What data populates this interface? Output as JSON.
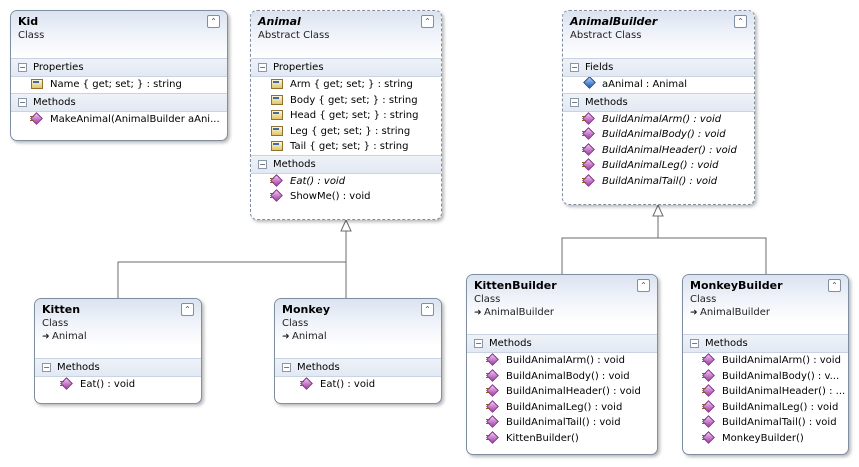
{
  "classes": {
    "kid": {
      "name": "Kid",
      "stereotype": "Class",
      "sections": [
        {
          "label": "Properties",
          "members": [
            {
              "text": "Name { get; set; } : string",
              "kind": "property",
              "italic": false
            }
          ]
        },
        {
          "label": "Methods",
          "members": [
            {
              "text": "MakeAnimal(AnimalBuilder  aAni...",
              "kind": "method",
              "italic": false
            }
          ]
        }
      ]
    },
    "animal": {
      "name": "Animal",
      "stereotype": "Abstract Class",
      "abstract": true,
      "sections": [
        {
          "label": "Properties",
          "members": [
            {
              "text": "Arm { get; set; } : string",
              "kind": "property",
              "italic": false
            },
            {
              "text": "Body { get; set; } : string",
              "kind": "property",
              "italic": false
            },
            {
              "text": "Head { get; set; } : string",
              "kind": "property",
              "italic": false
            },
            {
              "text": "Leg { get; set; } : string",
              "kind": "property",
              "italic": false
            },
            {
              "text": "Tail { get; set; } : string",
              "kind": "property",
              "italic": false
            }
          ]
        },
        {
          "label": "Methods",
          "members": [
            {
              "text": "Eat() : void",
              "kind": "method",
              "italic": true
            },
            {
              "text": "ShowMe() : void",
              "kind": "method",
              "italic": false
            }
          ]
        }
      ]
    },
    "animalbuilder": {
      "name": "AnimalBuilder",
      "stereotype": "Abstract Class",
      "abstract": true,
      "sections": [
        {
          "label": "Fields",
          "members": [
            {
              "text": "aAnimal : Animal",
              "kind": "field",
              "italic": false
            }
          ]
        },
        {
          "label": "Methods",
          "members": [
            {
              "text": "BuildAnimalArm() : void",
              "kind": "method",
              "italic": true
            },
            {
              "text": "BuildAnimalBody() : void",
              "kind": "method",
              "italic": true
            },
            {
              "text": "BuildAnimalHeader() : void",
              "kind": "method",
              "italic": true
            },
            {
              "text": "BuildAnimalLeg() : void",
              "kind": "method",
              "italic": true
            },
            {
              "text": "BuildAnimalTail() : void",
              "kind": "method",
              "italic": true
            }
          ]
        }
      ]
    },
    "kitten": {
      "name": "Kitten",
      "stereotype": "Class",
      "inherits": "Animal",
      "sections": [
        {
          "label": "Methods",
          "members": [
            {
              "text": "Eat() : void",
              "kind": "method",
              "italic": false
            }
          ]
        }
      ]
    },
    "monkey": {
      "name": "Monkey",
      "stereotype": "Class",
      "inherits": "Animal",
      "sections": [
        {
          "label": "Methods",
          "members": [
            {
              "text": "Eat() : void",
              "kind": "method",
              "italic": false
            }
          ]
        }
      ]
    },
    "kittenbuilder": {
      "name": "KittenBuilder",
      "stereotype": "Class",
      "inherits": "AnimalBuilder",
      "sections": [
        {
          "label": "Methods",
          "members": [
            {
              "text": "BuildAnimalArm() : void",
              "kind": "method",
              "italic": false
            },
            {
              "text": "BuildAnimalBody() : void",
              "kind": "method",
              "italic": false
            },
            {
              "text": "BuildAnimalHeader() : void",
              "kind": "method",
              "italic": false
            },
            {
              "text": "BuildAnimalLeg() : void",
              "kind": "method",
              "italic": false
            },
            {
              "text": "BuildAnimalTail() : void",
              "kind": "method",
              "italic": false
            },
            {
              "text": "KittenBuilder()",
              "kind": "method",
              "italic": false
            }
          ]
        }
      ]
    },
    "monkeybuilder": {
      "name": "MonkeyBuilder",
      "stereotype": "Class",
      "inherits": "AnimalBuilder",
      "sections": [
        {
          "label": "Methods",
          "members": [
            {
              "text": "BuildAnimalArm() : void",
              "kind": "method",
              "italic": false
            },
            {
              "text": "BuildAnimalBody()  :  v...",
              "kind": "method",
              "italic": false
            },
            {
              "text": "BuildAnimalHeader()  :  ...",
              "kind": "method",
              "italic": false
            },
            {
              "text": "BuildAnimalLeg() : void",
              "kind": "method",
              "italic": false
            },
            {
              "text": "BuildAnimalTail() : void",
              "kind": "method",
              "italic": false
            },
            {
              "text": "MonkeyBuilder()",
              "kind": "method",
              "italic": false
            }
          ]
        }
      ]
    }
  },
  "colors": {
    "border": "#7f8ea3",
    "header_top": "#dbe3f0",
    "section_bg": "#e3e9f3",
    "connector": "#6b6b6b"
  }
}
